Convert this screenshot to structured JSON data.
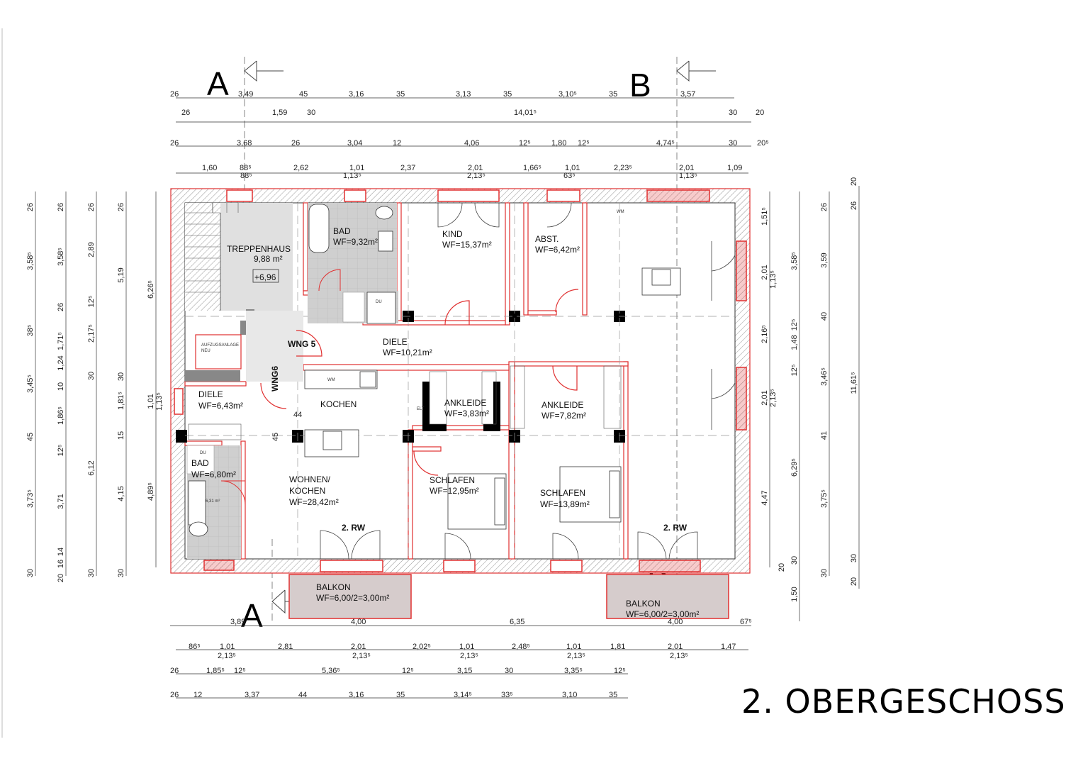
{
  "title": "2. OBERGESCHOSS",
  "colors": {
    "wall_outline": "#e03030",
    "wet_room": "#cfcfcf",
    "balcony": "#d6cccc",
    "dim_line": "#333333"
  },
  "section_markers": {
    "a": "A",
    "b": "B"
  },
  "rooms": [
    {
      "key": "treppenhaus",
      "label": "TREPPENHAUS",
      "area": "9,88 m²",
      "extra": "+6,96"
    },
    {
      "key": "bad_top",
      "label": "BAD",
      "area": "WF=9,32m²"
    },
    {
      "key": "kind",
      "label": "KIND",
      "area": "WF=15,37m²"
    },
    {
      "key": "abst",
      "label": "ABST.",
      "area": "WF=6,42m²"
    },
    {
      "key": "aufzug",
      "label": "AUFZUGSANLAGE",
      "area": "NEU"
    },
    {
      "key": "diele_mid",
      "label": "DIELE",
      "area": "WF=10,21m²"
    },
    {
      "key": "diele_left",
      "label": "DIELE",
      "area": "WF=6,43m²"
    },
    {
      "key": "kochen",
      "label": "KOCHEN",
      "area": ""
    },
    {
      "key": "ankleide1",
      "label": "ANKLEIDE",
      "area": "WF=3,83m²"
    },
    {
      "key": "ankleide2",
      "label": "ANKLEIDE",
      "area": "WF=7,82m²"
    },
    {
      "key": "bad_bottom",
      "label": "BAD",
      "area": "WF=6,80m²"
    },
    {
      "key": "wohnen",
      "label": "WOHNEN/",
      "label2": "KOCHEN",
      "area": "WF=28,42m²"
    },
    {
      "key": "schlafen1",
      "label": "SCHLAFEN",
      "area": "WF=12,95m²"
    },
    {
      "key": "schlafen2",
      "label": "SCHLAFEN",
      "area": "WF=13,89m²"
    },
    {
      "key": "balkon1",
      "label": "BALKON",
      "area": "WF=6,00/2=3,00m²"
    },
    {
      "key": "balkon2",
      "label": "BALKON",
      "area": "WF=6,00/2=3,00m²"
    }
  ],
  "unit_labels": {
    "wng5": "WNG 5",
    "wng6": "WNG6",
    "rw_left": "2. RW",
    "rw_right": "2. RW"
  },
  "fixture_labels": {
    "du_top": "DU",
    "du_bottom": "DU",
    "wm_top": "WM",
    "wm_kitchen": "WM",
    "bad_area": "6,31 m²",
    "elt": "ELT"
  },
  "dimensions": {
    "top_row1": [
      "26",
      "3,49",
      "45",
      "3,16",
      "35",
      "3,13",
      "35",
      "3,10⁵",
      "35",
      "3,57"
    ],
    "top_row2": [
      "26",
      "1,59",
      "30",
      "14,01⁵",
      "30",
      "20"
    ],
    "top_row3": [
      "26",
      "3,68",
      "26",
      "3,04",
      "12",
      "4,06",
      "12⁵",
      "1,80",
      "12⁵",
      "4,74⁵",
      "30",
      "20⁵"
    ],
    "top_row4": [
      "1,60",
      "88⁵",
      "2,62",
      "1,01",
      "2,37",
      "2,01",
      "1,66⁵",
      "1,01",
      "2,23⁵",
      "2,01",
      "1,09"
    ],
    "top_row4_sub": [
      "88⁵",
      "1,13⁵",
      "2,13⁵",
      "63⁵",
      "1,13⁵"
    ],
    "bottom_row0": [
      "3,89",
      "4,00",
      "6,35",
      "4,00",
      "67⁵"
    ],
    "bottom_row1": [
      "86⁵",
      "1,01",
      "2,81",
      "2,01",
      "2,02⁵",
      "1,01",
      "2,48⁵",
      "1,01",
      "1,81",
      "2,01",
      "1,47"
    ],
    "bottom_row1_sub": [
      "2,13⁵",
      "2,13⁵",
      "2,13⁵",
      "2,13⁵",
      "2,13⁵"
    ],
    "bottom_row2": [
      "26",
      "1,85⁵",
      "12⁵",
      "5,36⁵",
      "12⁵",
      "3,15",
      "30",
      "3,35⁵",
      "12⁵"
    ],
    "bottom_row3": [
      "26",
      "12",
      "3,37",
      "44",
      "3,16",
      "35",
      "3,14⁵",
      "33⁵",
      "3,10",
      "35"
    ],
    "left_col1": [
      "26",
      "3,58⁵",
      "38⁵",
      "3,45⁵",
      "45",
      "3,73⁵",
      "30"
    ],
    "left_col2": [
      "26",
      "3,58⁵",
      "26",
      "1,71⁵",
      "10",
      "1,24",
      "1,86⁵",
      "12⁵",
      "3,71",
      "16",
      "14",
      "20"
    ],
    "left_col3": [
      "26",
      "2,89",
      "12⁵",
      "2,17⁵",
      "30",
      "6,12",
      "30"
    ],
    "left_col4": [
      "26",
      "5,19",
      "30",
      "1,81⁵",
      "15",
      "4,15",
      "30"
    ],
    "left_col5": [
      "6,26⁵",
      "1,01",
      "1,13⁵",
      "4,89⁵"
    ],
    "left_inner": [
      "44",
      "45"
    ],
    "right_col1": [
      "1,51⁵",
      "2,01",
      "1,13⁵",
      "2,16⁵",
      "2,01",
      "2,13⁵",
      "4,47",
      "20"
    ],
    "right_col2": [
      "3,58⁵",
      "12⁵",
      "1,48",
      "12⁵",
      "6,29⁵",
      "30",
      "1,50"
    ],
    "right_col3": [
      "26",
      "3,59",
      "40",
      "3,46⁵",
      "41",
      "3,75⁵",
      "30"
    ],
    "right_col4": [
      "20",
      "26",
      "11,61⁵",
      "30",
      "20"
    ]
  }
}
